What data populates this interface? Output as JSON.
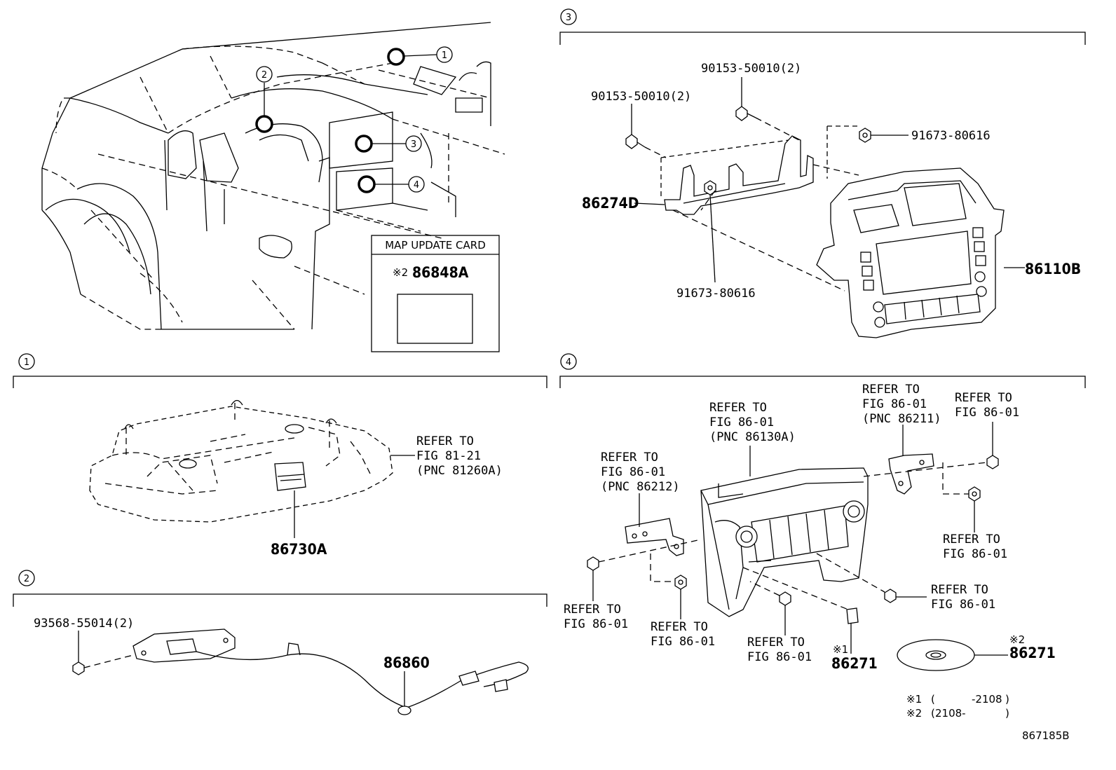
{
  "sections": [
    {
      "id": "1"
    },
    {
      "id": "2"
    },
    {
      "id": "3"
    },
    {
      "id": "4"
    }
  ],
  "overview": {
    "callouts": [
      "1",
      "2",
      "3",
      "4"
    ],
    "map_card": {
      "title": "MAP UPDATE CARD",
      "note_mark": "※2",
      "part_number": "86848A"
    }
  },
  "section1": {
    "part_number": "86730A",
    "refer": [
      "REFER TO",
      "FIG 81-21",
      "(PNC 81260A)"
    ]
  },
  "section2": {
    "bolt": "93568-55014(2)",
    "part_number": "86860"
  },
  "section3": {
    "bolt_top": "90153-50010(2)",
    "bolt_left": "90153-50010(2)",
    "nut_right": "91673-80616",
    "nut_bottom": "91673-80616",
    "bracket": "86274D",
    "panel": "86110B"
  },
  "section4": {
    "refer_main": [
      "REFER TO",
      "FIG 86-01",
      "(PNC 86130A)"
    ],
    "refer_bracket_right": [
      "REFER TO",
      "FIG 86-01",
      "(PNC 86211)"
    ],
    "refer_bolt_top_right": [
      "REFER TO",
      "FIG 86-01"
    ],
    "refer_bracket_left": [
      "REFER TO",
      "FIG 86-01",
      "(PNC 86212)"
    ],
    "refer_nut_right": [
      "REFER TO",
      "FIG 86-01"
    ],
    "refer_bolt_right": [
      "REFER TO",
      "FIG 86-01"
    ],
    "refer_bolt_left": [
      "REFER TO",
      "FIG 86-01"
    ],
    "refer_nut_left": [
      "REFER TO",
      "FIG 86-01"
    ],
    "refer_bolt_bottom": [
      "REFER TO",
      "FIG 86-01"
    ],
    "card_mark": "※1",
    "card_part": "86271",
    "disc_mark": "※2",
    "disc_part": "86271",
    "notes": [
      {
        "mark": "※1",
        "open": "(",
        "from": "",
        "to": "-2108",
        "close": ")"
      },
      {
        "mark": "※2",
        "open": "(",
        "from": "2108-",
        "to": "",
        "close": ")"
      }
    ]
  },
  "figure_id": "867185B"
}
